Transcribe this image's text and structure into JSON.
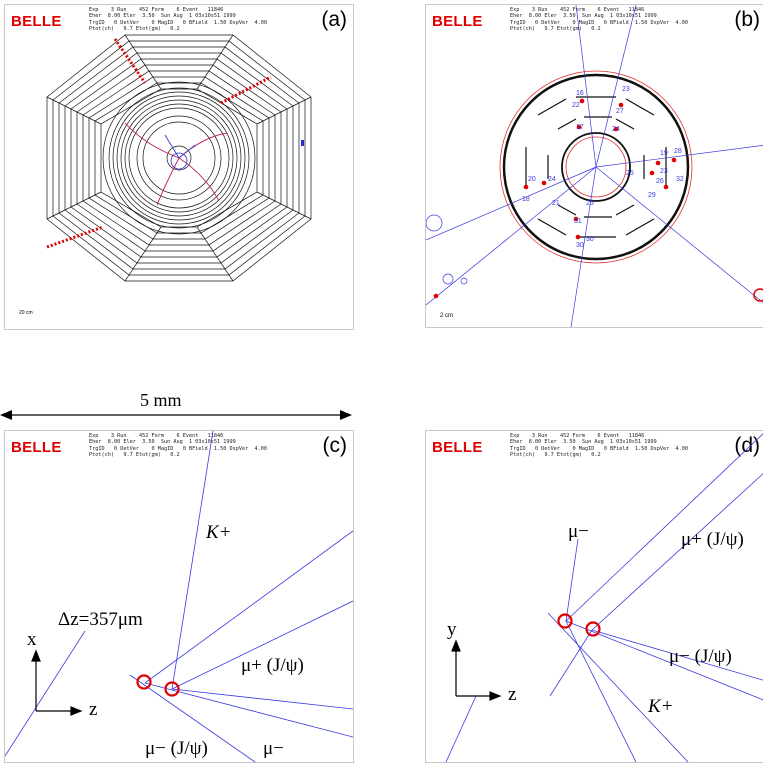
{
  "logo": "BELLE",
  "event_info": "Exp    3 Run    452 Form    6 Event   11846\nEher  8.00 Eler  3.50  Sun Aug  1 03x10s51 1999\nTrgID   0 DetVer    0 MagID   0 BField  1.50 DspVer  4.00\nPtot(ch)   9.7 Etot(gm)   0.2",
  "panels": {
    "a": {
      "tag": "(a)",
      "scale": "20 cm"
    },
    "b": {
      "tag": "(b)",
      "scale": "2 cm",
      "hit_numbers": [
        "16",
        "23",
        "22",
        "27",
        "17",
        "24",
        "19",
        "28",
        "25",
        "20",
        "24",
        "23",
        "26",
        "32",
        "18",
        "21",
        "25",
        "29",
        "31",
        "30",
        "30"
      ]
    },
    "c": {
      "tag": "(c)",
      "axis_x": "x",
      "axis_z": "z",
      "dz": "Δz=357μm",
      "k_plus": "K+",
      "mu_plus": "μ+ (J/ψ)",
      "mu_minus_jpsi": "μ− (J/ψ)",
      "mu_minus": "μ−"
    },
    "d": {
      "tag": "(d)",
      "axis_y": "y",
      "axis_z": "z",
      "mu_minus": "μ−",
      "mu_plus": "μ+ (J/ψ)",
      "mu_minus_jpsi": "μ− (J/ψ)",
      "k_plus": "K+"
    }
  },
  "scale_bar": "5 mm",
  "colors": {
    "logo": "#e00000",
    "track": "#2a2ad0",
    "vertex": "#e00000",
    "detector": "#111111"
  }
}
